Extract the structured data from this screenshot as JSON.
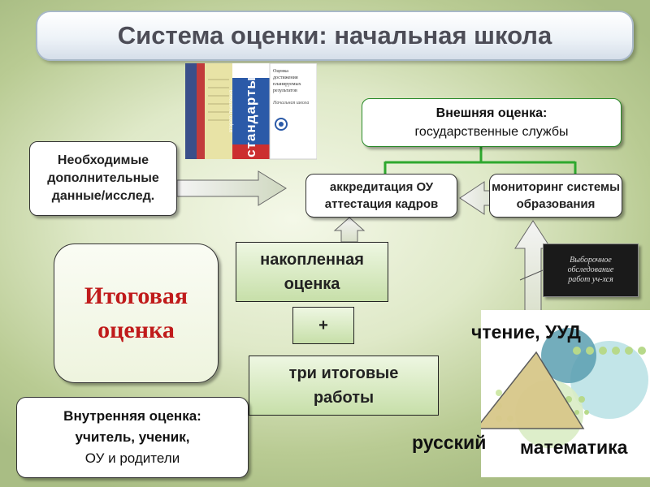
{
  "title": "Система оценки: начальная школа",
  "book": {
    "title": "стандарты",
    "subtitle": "второго поколения",
    "cover_text": "Оценка достижения планируемых результатов",
    "cover_note": "Начальная школа"
  },
  "external": {
    "line1": "Внешняя оценка:",
    "line2": "государственные службы"
  },
  "extra_data": {
    "line1": "Необходимые",
    "line2": "дополнительные",
    "line3": "данные/исслед."
  },
  "accreditation": {
    "line1": "аккредитация ОУ",
    "line2": "аттестация кадров"
  },
  "monitoring": {
    "line1": "мониторинг системы",
    "line2": "образования"
  },
  "final": {
    "line1": "Итоговая",
    "line2": "оценка"
  },
  "accumulated": {
    "line1": "накопленная",
    "line2": "оценка"
  },
  "plus": "+",
  "works": {
    "line1": "три итоговые",
    "line2": "работы"
  },
  "internal": {
    "line1": "Внутренняя оценка:",
    "line2": "учитель, ученик,",
    "line3": "ОУ и родители"
  },
  "survey": {
    "line1": "Выборочное",
    "line2": "обследование",
    "line3": "работ уч-хся"
  },
  "triangle_labels": {
    "top": "чтение, УУД",
    "left": "русский",
    "right": "математика"
  },
  "colors": {
    "title_text": "#4d4d57",
    "final_text": "#c01b1b",
    "connector_green": "#2ea82e"
  }
}
